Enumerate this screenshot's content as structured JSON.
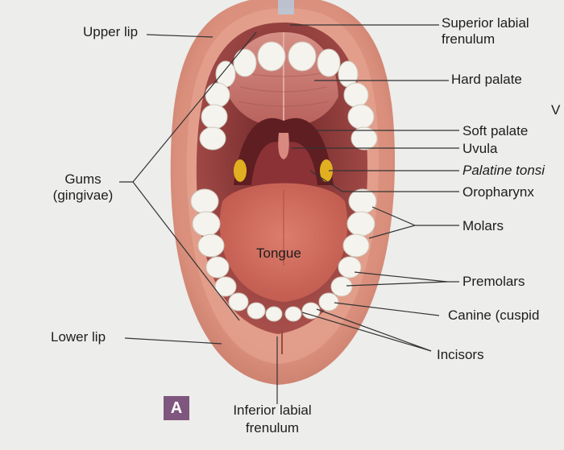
{
  "figure": {
    "badge": "A",
    "labels": {
      "upper_lip": "Upper lip",
      "superior_labial_frenulum": [
        "Superior labial",
        "frenulum"
      ],
      "hard_palate": "Hard palate",
      "soft_palate": "Soft palate",
      "uvula": "Uvula",
      "palatine_tonsil": "Palatine tonsi",
      "oropharynx": "Oropharynx",
      "gums": [
        "Gums",
        "(gingivae)"
      ],
      "molars": "Molars",
      "tongue": "Tongue",
      "premolars": "Premolars",
      "canine": "Canine (cuspid",
      "lower_lip": "Lower lip",
      "incisors": "Incisors",
      "inferior_labial_frenulum": [
        "Inferior labial",
        "frenulum"
      ],
      "edge_fragment": "V"
    },
    "colors": {
      "background": "#ededeb",
      "lip": "#d98f7c",
      "mouth_cavity": "#8e3b3d",
      "palate": "#c77a72",
      "tongue": "#cf6d5f",
      "tooth": "#f5f3ee",
      "tonsil": "#e0b020",
      "badge": "#7f567d"
    }
  }
}
